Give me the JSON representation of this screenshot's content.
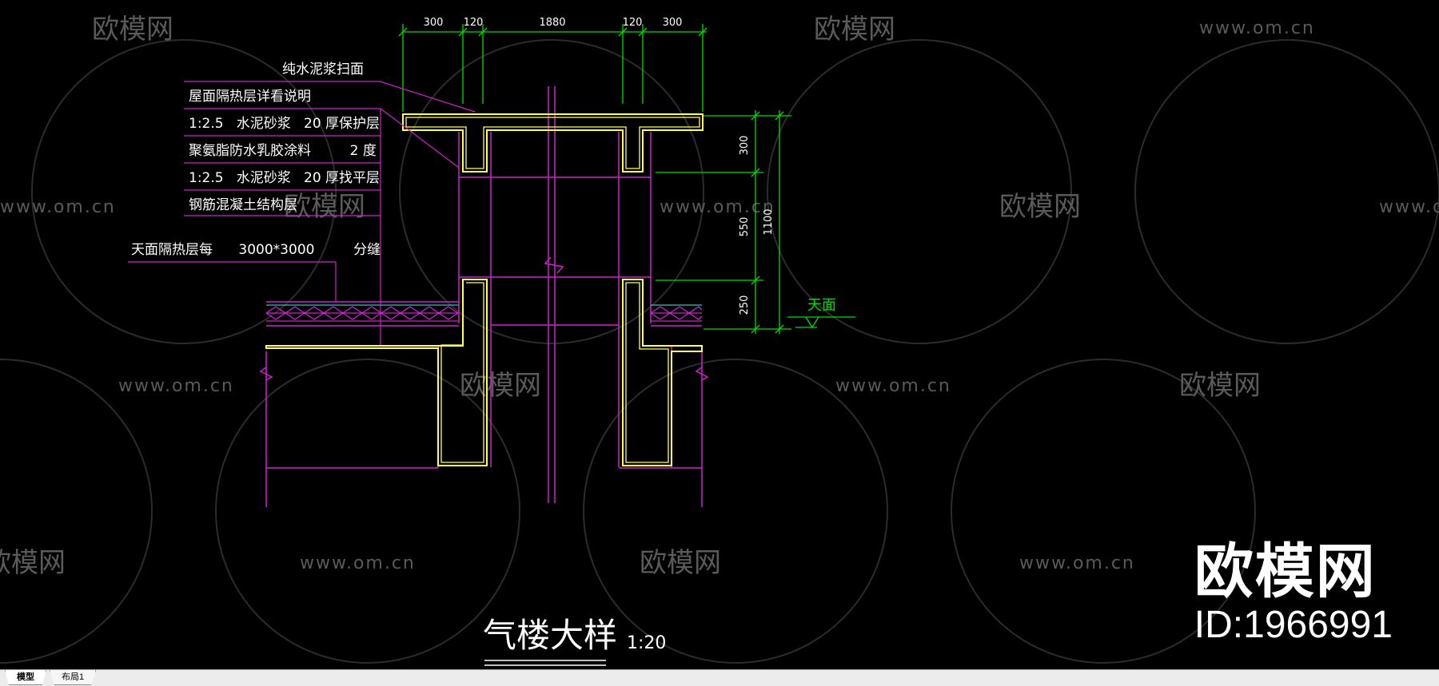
{
  "watermark": {
    "site_text": "www.om.cn",
    "brand_text": "欧模网",
    "color": "#5a5a5a"
  },
  "brand": {
    "logo": "欧模网",
    "id": "ID:1966991"
  },
  "drawing": {
    "title": "气楼大样",
    "scale": "1:20",
    "dims_top": [
      "300",
      "120",
      "1880",
      "120",
      "300"
    ],
    "dims_right": [
      "300",
      "550",
      "250",
      "1100"
    ],
    "level_label": "天面",
    "callouts": [
      "纯水泥浆扫面",
      "屋面隔热层详看说明",
      "1:2.5   水泥砂浆   20 厚保护层",
      "聚氨脂防水乳胶涂料         2 度",
      "1:2.5   水泥砂浆   20 厚找平层",
      "钢筋混凝土结构层"
    ],
    "joint_note": "天面隔热层每      3000*3000         分缝"
  },
  "colors": {
    "magenta": "#d020d0",
    "yellow": "#ffff60",
    "green": "#00dd00",
    "white": "#ffffff",
    "cyan": "#20c8c8"
  },
  "tabs": [
    {
      "label": "模型",
      "active": true
    },
    {
      "label": "布局1",
      "active": false
    }
  ]
}
